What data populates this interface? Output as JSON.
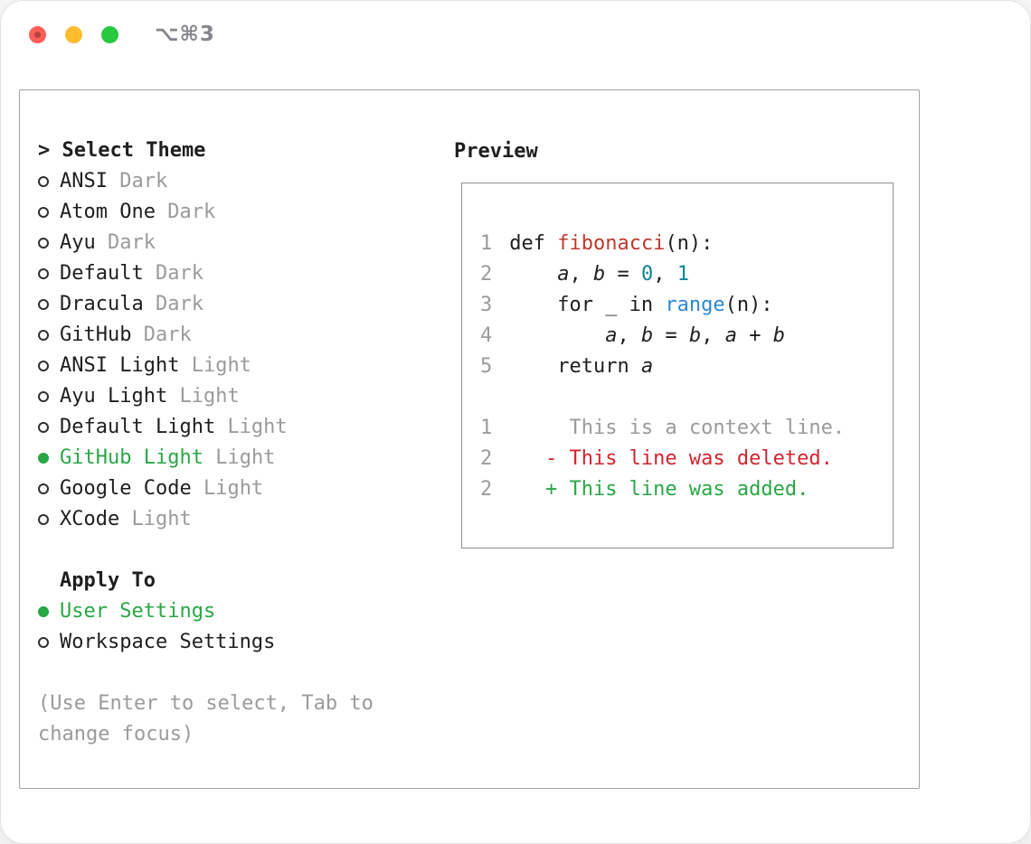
{
  "window": {
    "title": "⌥⌘3"
  },
  "colors": {
    "accent_green": "#28a745",
    "func_red": "#c0392b",
    "deleted_red": "#d1242f",
    "number_teal": "#0f8499",
    "builtin_blue": "#2e86d1",
    "muted": "#9b9b9b",
    "text": "#1f1f1f",
    "panel_border": "#a3a3a3",
    "preview_border": "#8f8f8f",
    "title_gray": "#85858b",
    "tl_red": "#ff5f57",
    "tl_yellow": "#febc2e",
    "tl_green": "#28c840"
  },
  "theme_panel": {
    "header": "> Select Theme",
    "items": [
      {
        "label": "ANSI",
        "variant": "Dark",
        "selected": false
      },
      {
        "label": "Atom One",
        "variant": "Dark",
        "selected": false
      },
      {
        "label": "Ayu",
        "variant": "Dark",
        "selected": false
      },
      {
        "label": "Default",
        "variant": "Dark",
        "selected": false
      },
      {
        "label": "Dracula",
        "variant": "Dark",
        "selected": false
      },
      {
        "label": "GitHub",
        "variant": "Dark",
        "selected": false
      },
      {
        "label": "ANSI Light",
        "variant": "Light",
        "selected": false
      },
      {
        "label": "Ayu Light",
        "variant": "Light",
        "selected": false
      },
      {
        "label": "Default Light",
        "variant": "Light",
        "selected": false
      },
      {
        "label": "GitHub Light",
        "variant": "Light",
        "selected": true
      },
      {
        "label": "Google Code",
        "variant": "Light",
        "selected": false
      },
      {
        "label": "XCode",
        "variant": "Light",
        "selected": false
      }
    ]
  },
  "apply_to": {
    "header": "Apply To",
    "options": [
      {
        "label": "User Settings",
        "selected": true
      },
      {
        "label": "Workspace Settings",
        "selected": false
      }
    ]
  },
  "hint": "(Use Enter to select, Tab to change focus)",
  "preview": {
    "header": "Preview",
    "lines": [
      {
        "num": "1",
        "tokens": [
          {
            "text": "def ",
            "style": "plain"
          },
          {
            "text": "fibonacci",
            "style": "func"
          },
          {
            "text": "(n):",
            "style": "plain"
          }
        ]
      },
      {
        "num": "2",
        "tokens": [
          {
            "text": "    ",
            "style": "plain"
          },
          {
            "text": "a",
            "style": "var"
          },
          {
            "text": ", ",
            "style": "plain"
          },
          {
            "text": "b",
            "style": "var"
          },
          {
            "text": " = ",
            "style": "plain"
          },
          {
            "text": "0",
            "style": "num"
          },
          {
            "text": ", ",
            "style": "plain"
          },
          {
            "text": "1",
            "style": "num"
          }
        ]
      },
      {
        "num": "3",
        "tokens": [
          {
            "text": "    for _ in ",
            "style": "plain"
          },
          {
            "text": "range",
            "style": "builtin"
          },
          {
            "text": "(n):",
            "style": "plain"
          }
        ]
      },
      {
        "num": "4",
        "tokens": [
          {
            "text": "        ",
            "style": "plain"
          },
          {
            "text": "a",
            "style": "var"
          },
          {
            "text": ", ",
            "style": "plain"
          },
          {
            "text": "b",
            "style": "var"
          },
          {
            "text": " = ",
            "style": "plain"
          },
          {
            "text": "b",
            "style": "var"
          },
          {
            "text": ", ",
            "style": "plain"
          },
          {
            "text": "a",
            "style": "var"
          },
          {
            "text": " + ",
            "style": "plain"
          },
          {
            "text": "b",
            "style": "var"
          }
        ]
      },
      {
        "num": "5",
        "tokens": [
          {
            "text": "    return ",
            "style": "plain"
          },
          {
            "text": "a",
            "style": "var"
          }
        ]
      },
      {
        "num": "",
        "tokens": []
      },
      {
        "num": "1",
        "tokens": [
          {
            "text": "     This is a context line.",
            "style": "context"
          }
        ]
      },
      {
        "num": "2",
        "tokens": [
          {
            "text": "   - This line was deleted.",
            "style": "deleted"
          }
        ]
      },
      {
        "num": "2",
        "tokens": [
          {
            "text": "   + This line was added.",
            "style": "added"
          }
        ]
      }
    ]
  }
}
